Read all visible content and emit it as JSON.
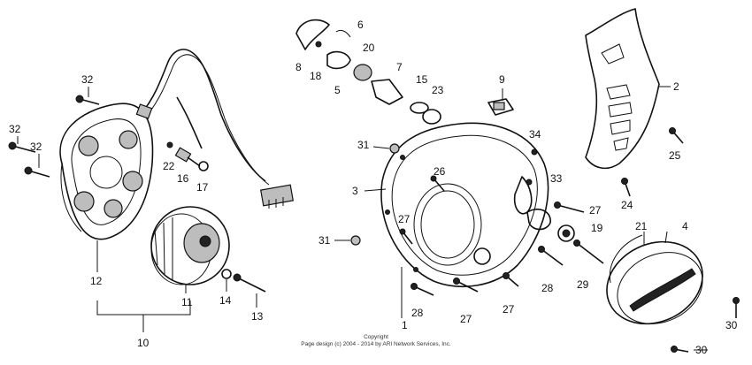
{
  "callouts": [
    {
      "id": "1",
      "label": "1"
    },
    {
      "id": "2",
      "label": "2"
    },
    {
      "id": "3",
      "label": "3"
    },
    {
      "id": "4",
      "label": "4"
    },
    {
      "id": "5",
      "label": "5"
    },
    {
      "id": "6",
      "label": "6"
    },
    {
      "id": "7",
      "label": "7"
    },
    {
      "id": "8",
      "label": "8"
    },
    {
      "id": "9",
      "label": "9"
    },
    {
      "id": "10",
      "label": "10"
    },
    {
      "id": "11",
      "label": "11"
    },
    {
      "id": "12",
      "label": "12"
    },
    {
      "id": "13",
      "label": "13"
    },
    {
      "id": "14",
      "label": "14"
    },
    {
      "id": "15",
      "label": "15"
    },
    {
      "id": "16",
      "label": "16"
    },
    {
      "id": "17",
      "label": "17"
    },
    {
      "id": "18",
      "label": "18"
    },
    {
      "id": "19",
      "label": "19"
    },
    {
      "id": "20",
      "label": "20"
    },
    {
      "id": "21",
      "label": "21"
    },
    {
      "id": "22",
      "label": "22"
    },
    {
      "id": "23",
      "label": "23"
    },
    {
      "id": "24",
      "label": "24"
    },
    {
      "id": "25",
      "label": "25"
    },
    {
      "id": "26",
      "label": "26"
    },
    {
      "id": "27",
      "label": "27"
    },
    {
      "id": "28",
      "label": "28"
    },
    {
      "id": "29",
      "label": "29"
    },
    {
      "id": "30",
      "label": "30"
    },
    {
      "id": "31",
      "label": "31"
    },
    {
      "id": "32",
      "label": "32"
    },
    {
      "id": "33",
      "label": "33"
    },
    {
      "id": "34",
      "label": "34"
    }
  ],
  "copyright": {
    "line1": "Copyright",
    "line2": "Page design (c) 2004 - 2014 by ARI Network Services, Inc."
  }
}
